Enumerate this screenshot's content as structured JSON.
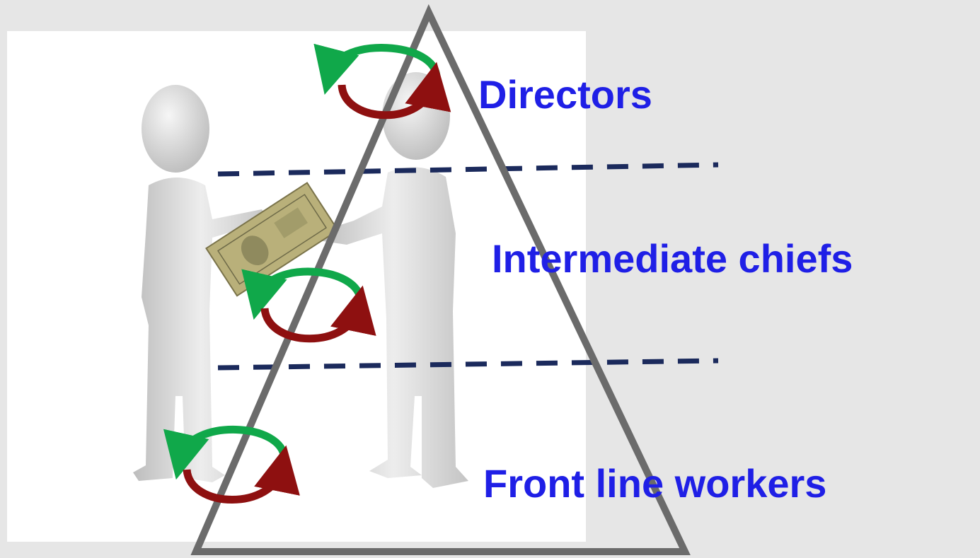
{
  "colors": {
    "background": "#e6e6e6",
    "photo_background": "#ffffff",
    "label_text": "#1f1fe6",
    "triangle_stroke": "#6b6b6b",
    "dashed_divider": "#1b2a5c",
    "cycle_arrow_top": "#10a84a",
    "cycle_arrow_bottom": "#8e1010",
    "banknote": "#b9b07a"
  },
  "levels": [
    {
      "label": "Directors"
    },
    {
      "label": "Intermediate chiefs"
    },
    {
      "label": "Front line workers"
    }
  ],
  "illustration": {
    "icons": [
      "person-figure-icon",
      "person-figure-icon",
      "banknote-icon",
      "cycle-arrows-icon"
    ]
  }
}
